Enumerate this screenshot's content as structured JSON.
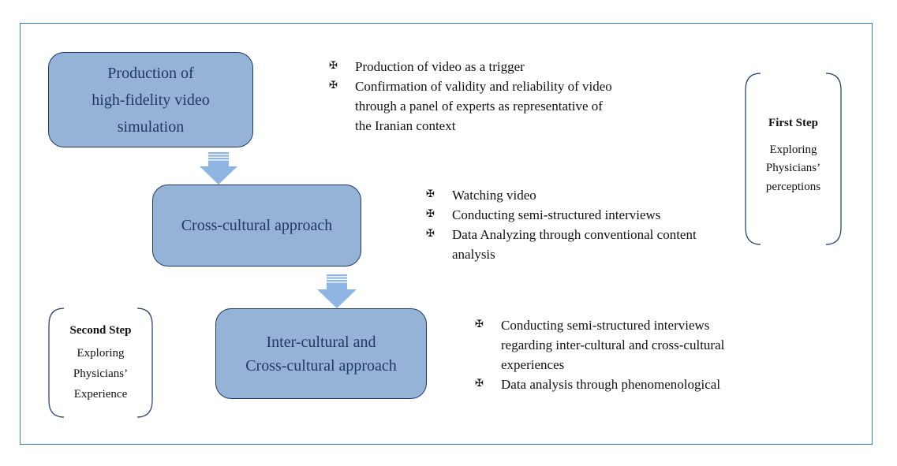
{
  "boxes": [
    {
      "lines": [
        "Production of",
        "high-fidelity video",
        "simulation"
      ]
    },
    {
      "lines": [
        "Cross-cultural approach"
      ]
    },
    {
      "lines": [
        "Inter-cultural and",
        "Cross-cultural approach"
      ]
    }
  ],
  "bullet_lists": [
    {
      "items": [
        {
          "lines": [
            "Production of video as a trigger"
          ]
        },
        {
          "lines": [
            "Confirmation of validity and reliability of video",
            "through a panel of experts as representative of",
            "the Iranian context"
          ]
        }
      ]
    },
    {
      "items": [
        {
          "lines": [
            "Watching video"
          ]
        },
        {
          "lines": [
            "Conducting semi-structured interviews"
          ]
        },
        {
          "lines": [
            "Data Analyzing through conventional content",
            "analysis"
          ]
        }
      ]
    },
    {
      "items": [
        {
          "lines": [
            "Conducting semi-structured interviews",
            "regarding inter-cultural and cross-cultural",
            "experiences"
          ]
        },
        {
          "lines": [
            "Data analysis through phenomenological"
          ]
        }
      ]
    }
  ],
  "bullet_symbol": "✠",
  "steps": {
    "first": {
      "title": "First Step",
      "lines": [
        "Exploring",
        "Physicians’",
        "perceptions"
      ]
    },
    "second": {
      "title": "Second Step",
      "lines": [
        "Exploring",
        "Physicians’",
        "Experience"
      ]
    }
  },
  "colors": {
    "box_fill": "#95b3d7",
    "box_border": "#1f3864",
    "frame_border": "#3d7cb0",
    "arrow_fill": "#8eb4e3"
  }
}
